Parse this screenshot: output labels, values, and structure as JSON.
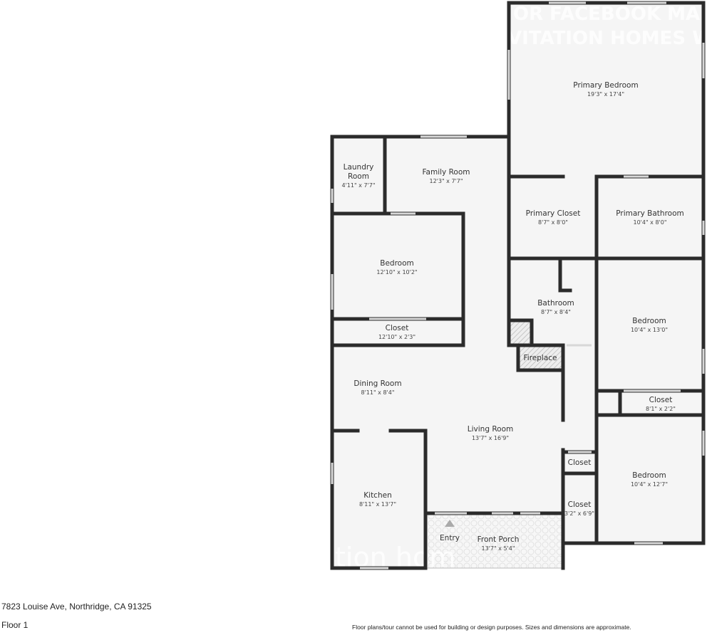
{
  "plan": {
    "rooms": [
      {
        "id": "primary-bedroom",
        "name": "Primary Bedroom",
        "dims": "19'3\" x 17'4\""
      },
      {
        "id": "laundry-room",
        "name": "Laundry Room",
        "dims": "4'11\" x 7'7\""
      },
      {
        "id": "family-room",
        "name": "Family Room",
        "dims": "12'3\" x 7'7\""
      },
      {
        "id": "primary-closet",
        "name": "Primary Closet",
        "dims": "8'7\" x 8'0\""
      },
      {
        "id": "primary-bathroom",
        "name": "Primary Bathroom",
        "dims": "10'4\" x 8'0\""
      },
      {
        "id": "bedroom-1",
        "name": "Bedroom",
        "dims": "12'10\" x 10'2\""
      },
      {
        "id": "closet-1",
        "name": "Closet",
        "dims": "12'10\" x 2'3\""
      },
      {
        "id": "bathroom",
        "name": "Bathroom",
        "dims": "8'7\" x 8'4\""
      },
      {
        "id": "bedroom-2",
        "name": "Bedroom",
        "dims": "10'4\" x 13'0\""
      },
      {
        "id": "fireplace",
        "name": "Fireplace",
        "dims": ""
      },
      {
        "id": "dining-room",
        "name": "Dining Room",
        "dims": "8'11\" x 8'4\""
      },
      {
        "id": "closet-2",
        "name": "Closet",
        "dims": "8'1\" x 2'2\""
      },
      {
        "id": "living-room",
        "name": "Living Room",
        "dims": "13'7\" x 16'9\""
      },
      {
        "id": "closet-3",
        "name": "Closet",
        "dims": ""
      },
      {
        "id": "bedroom-3",
        "name": "Bedroom",
        "dims": "10'4\" x 12'7\""
      },
      {
        "id": "kitchen",
        "name": "Kitchen",
        "dims": "8'11\" x 13'7\""
      },
      {
        "id": "closet-4",
        "name": "Closet",
        "dims": "3'2\" x 6'9\""
      },
      {
        "id": "entry",
        "name": "Entry",
        "dims": ""
      },
      {
        "id": "front-porch",
        "name": "Front Porch",
        "dims": "13'7\" x 5'4\""
      }
    ],
    "watermark_top": [
      "OR FACEBOOK MARKE",
      "VITATION HOMES WEBS"
    ],
    "watermark_bottom": "tion hom"
  },
  "footer": {
    "address": "7823 Louise Ave, Northridge, CA 91325",
    "floor": "Floor 1",
    "disclaimer": "Floor plans/tour cannot be used for building or design purposes. Sizes and dimensions are approximate."
  },
  "colors": {
    "wall": "#2b2b2b",
    "floor": "#f5f5f5",
    "hatch": "#cccccc"
  }
}
